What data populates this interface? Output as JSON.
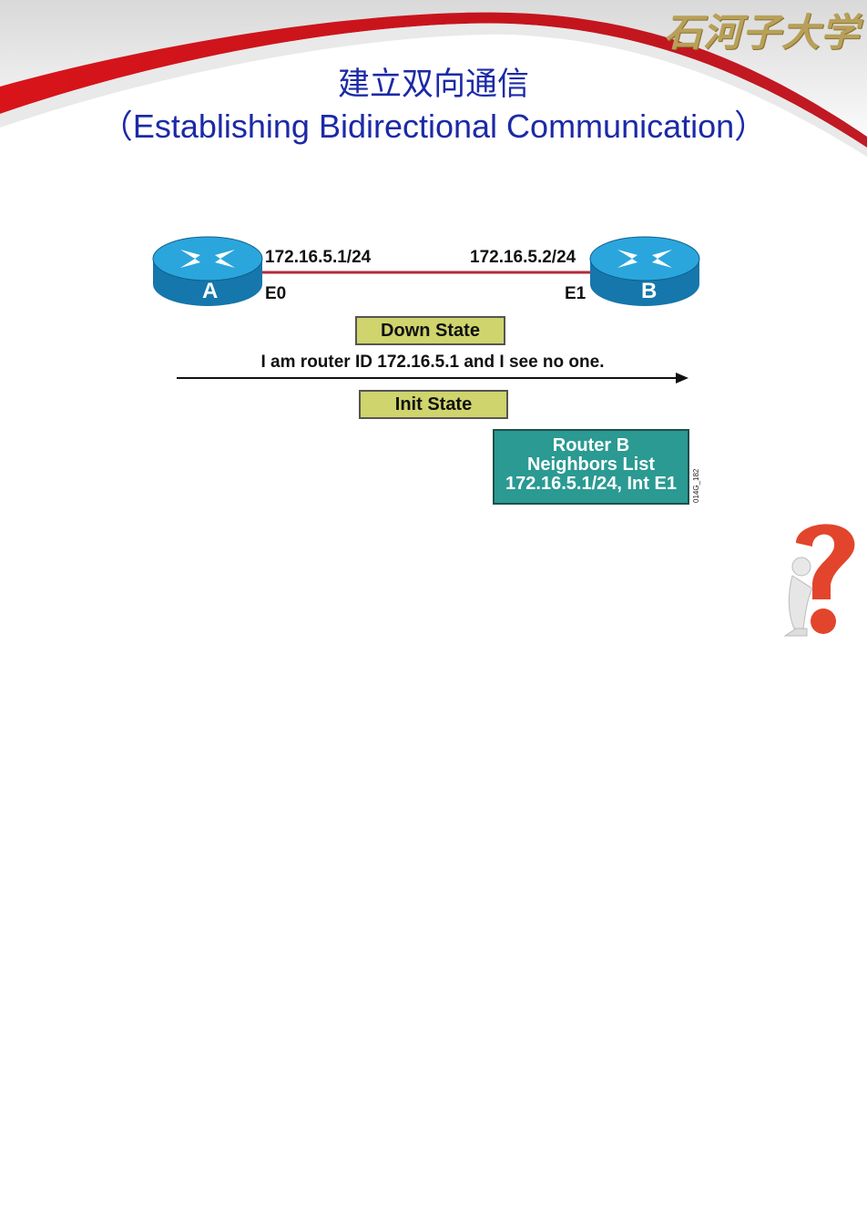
{
  "header": {
    "logo_text": "石河子大学",
    "title_cn": "建立双向通信",
    "title_en": "（Establishing Bidirectional Communication）"
  },
  "diagram": {
    "router_a": {
      "label": "A",
      "ip": "172.16.5.1/24",
      "interface": "E0"
    },
    "router_b": {
      "label": "B",
      "ip": "172.16.5.2/24",
      "interface": "E1"
    },
    "down_state": "Down State",
    "message": "I am router ID 172.16.5.1 and I see no one.",
    "init_state": "Init State",
    "neighbor_list": {
      "line1": "Router B",
      "line2": "Neighbors List",
      "line3": "172.16.5.1/24, Int E1"
    },
    "figure_code": "014G_182"
  },
  "colors": {
    "title": "#1c2aa6",
    "state_box": "#cfd46d",
    "neighbor_box": "#2a9a92",
    "link": "#b5283a",
    "router": "#1a8ec2"
  }
}
